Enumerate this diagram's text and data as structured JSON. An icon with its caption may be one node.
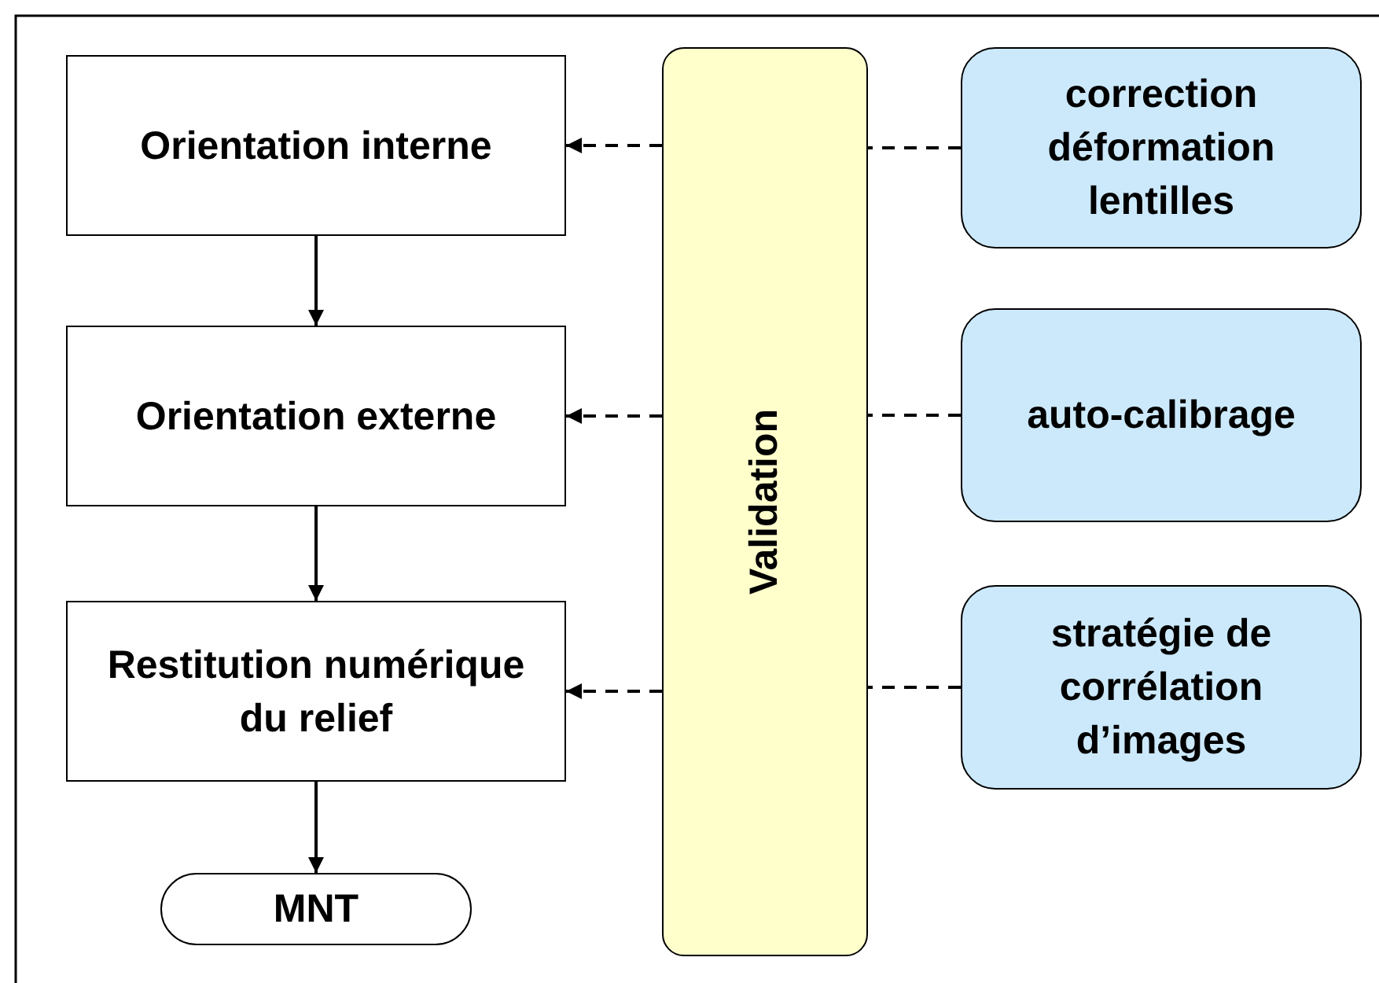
{
  "diagram": {
    "nodes": [
      {
        "text": [
          "Orientation interne"
        ]
      },
      {
        "text": [
          "Orientation externe"
        ]
      },
      {
        "text": [
          "Restitution numérique du relief"
        ]
      },
      {
        "text": [
          "MNT"
        ]
      },
      {
        "text": [
          "Validation"
        ]
      },
      {
        "text": [
          "correction déformation lentilles"
        ]
      },
      {
        "text": [
          "auto-calibrage"
        ]
      },
      {
        "text": [
          "stratégie de corrélation d’images"
        ]
      }
    ],
    "edges": [
      {
        "from": 0,
        "to": 1,
        "arrow": "to"
      },
      {
        "from": 1,
        "to": 2,
        "arrow": "to"
      },
      {
        "from": 2,
        "to": 3,
        "arrow": "to"
      },
      {
        "from": 5,
        "to": 4,
        "arrow": "none",
        "style": "dashed"
      },
      {
        "from": 4,
        "to": 0,
        "arrow": "to",
        "style": "dashed"
      },
      {
        "from": 6,
        "to": 4,
        "arrow": "none",
        "style": "dashed"
      },
      {
        "from": 4,
        "to": 1,
        "arrow": "to",
        "style": "dashed"
      },
      {
        "from": 7,
        "to": 4,
        "arrow": "none",
        "style": "dashed"
      },
      {
        "from": 4,
        "to": 2,
        "arrow": "to",
        "style": "dashed"
      }
    ]
  }
}
